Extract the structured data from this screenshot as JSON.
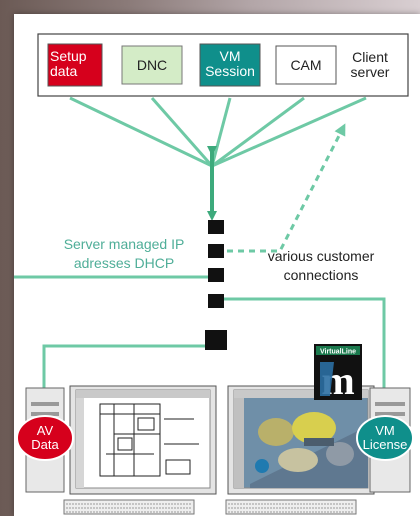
{
  "server_box": {
    "modules": [
      {
        "label": "Setup data",
        "color": "#d6001c",
        "text_color": "#ffffff"
      },
      {
        "label": "DNC",
        "color": "#d4ecc7",
        "text_color": "#222222"
      },
      {
        "label": "VM Session",
        "color": "#0f8f8b",
        "text_color": "#ffffff"
      },
      {
        "label": "CAM",
        "color": "#ffffff",
        "text_color": "#222222"
      }
    ],
    "client_label": "Client server"
  },
  "labels": {
    "server_managed": "Server managed IP adresses DHCP",
    "customer_connections": "various customer connections"
  },
  "badges": {
    "av_data": "AV Data",
    "vm_license": "VM License"
  },
  "logo": {
    "text": "VirtualLine"
  },
  "colors": {
    "line_green": "#6ec9a5",
    "arrow_green": "#3daa7c",
    "teal_label": "#4fae98",
    "red_badge": "#d6001c",
    "teal_badge": "#0f8f8b"
  }
}
